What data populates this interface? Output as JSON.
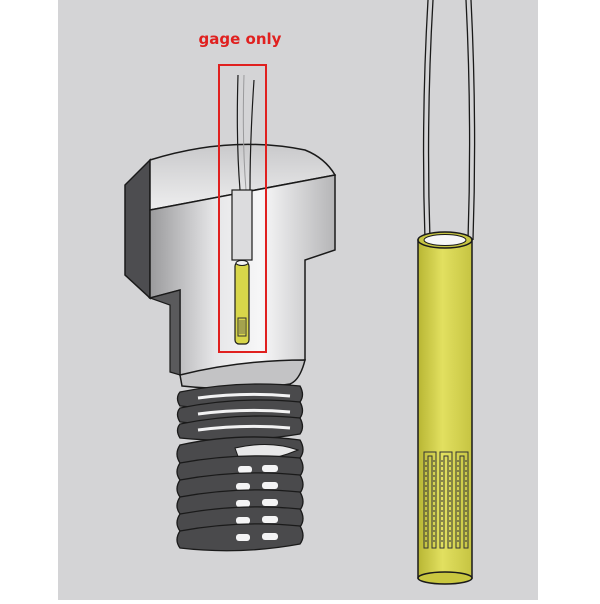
{
  "annotation": {
    "label": "gage only",
    "color": "#e0201f"
  },
  "colors": {
    "background": "#d4d4d6",
    "bolt_light": "#f0f0f2",
    "bolt_mid": "#bdbdc0",
    "bolt_dark": "#505052",
    "gage_yellow": "#d8d64a",
    "outline": "#1a1a1a"
  },
  "icons": [
    "bolt-cross-section",
    "embedded-gage",
    "strain-gage-rod",
    "lead-wires"
  ]
}
